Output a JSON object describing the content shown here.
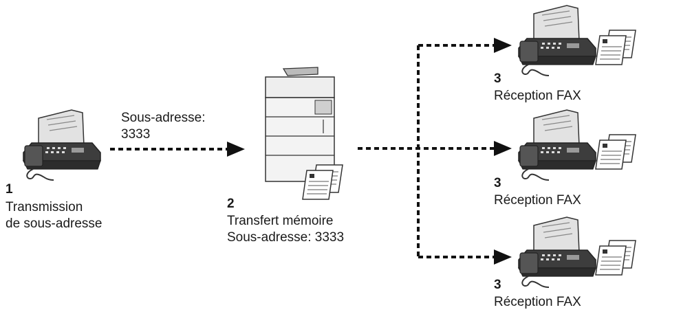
{
  "sender": {
    "step": "1",
    "line1": "Transmission",
    "line2": "de sous-adresse"
  },
  "link": {
    "line1": "Sous-adresse:",
    "line2": "3333"
  },
  "relay": {
    "step": "2",
    "line1": "Transfert mémoire",
    "line2": "Sous-adresse: 3333"
  },
  "receivers": [
    {
      "step": "3",
      "label": "Réception FAX"
    },
    {
      "step": "3",
      "label": "Réception FAX"
    },
    {
      "step": "3",
      "label": "Réception FAX"
    }
  ]
}
